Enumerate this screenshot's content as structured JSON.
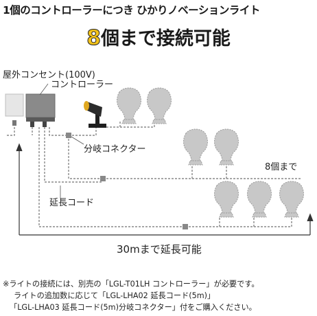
{
  "title": "1個のコントローラーにつき ひかりノベーションライト",
  "headline": {
    "number": "8",
    "text": "個まで接続可能"
  },
  "labels": {
    "outdoor_outlet": "屋外コンセント(100V)",
    "controller": "コントローラー",
    "splitter": "分岐コネクター",
    "up_to_eight": "8個まで",
    "extension_cord": "延長コード",
    "extend_length": "30mまで延長可能"
  },
  "notes": [
    "※ライトの接続には、別売の「LGL-T01LH コントローラー」が必要です。",
    "ライトの追加数に応じて「LGL-LHA02 延長コード(5m)」",
    "「LGL-LHA03 延長コード(5m)分岐コネクター」付をご購入ください。"
  ],
  "colors": {
    "accent_yellow": "#f2c21a",
    "ghost_light": "#c8c8c8",
    "controller_box": "#8a8a8a"
  }
}
